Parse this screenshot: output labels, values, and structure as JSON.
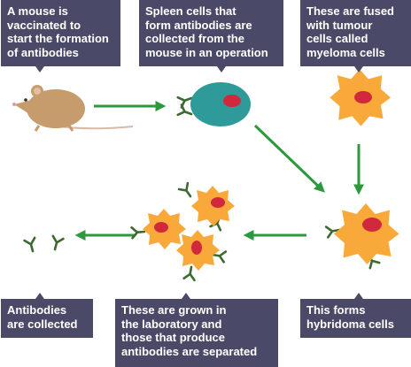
{
  "colors": {
    "label_bg": "#4a4a68",
    "label_text": "#ffffff",
    "arrow": "#2c9a3c",
    "myeloma_fill": "#f9a93a",
    "nucleus": "#d2283c",
    "spleen_fill": "#2e9a9a",
    "antibody": "#3d6a2e",
    "mouse_body": "#c69c6d"
  },
  "labels": {
    "mouse": "A mouse is\nvaccinated to\nstart the formation\nof antibodies",
    "spleen": "Spleen cells that\nform antibodies are\ncollected from the\nmouse in an operation",
    "myeloma": "These are fused\nwith tumour\ncells called\nmyeloma cells",
    "hybridoma": "This forms\nhybridoma cells",
    "grown": "These are grown in\nthe laboratory and\nthose that produce\nantibodies are separated",
    "collected": "Antibodies\nare collected"
  },
  "icons": [
    "mouse-icon",
    "spleen-cell-icon",
    "myeloma-cell-icon",
    "hybridoma-cell-icon",
    "antibody-icon"
  ]
}
